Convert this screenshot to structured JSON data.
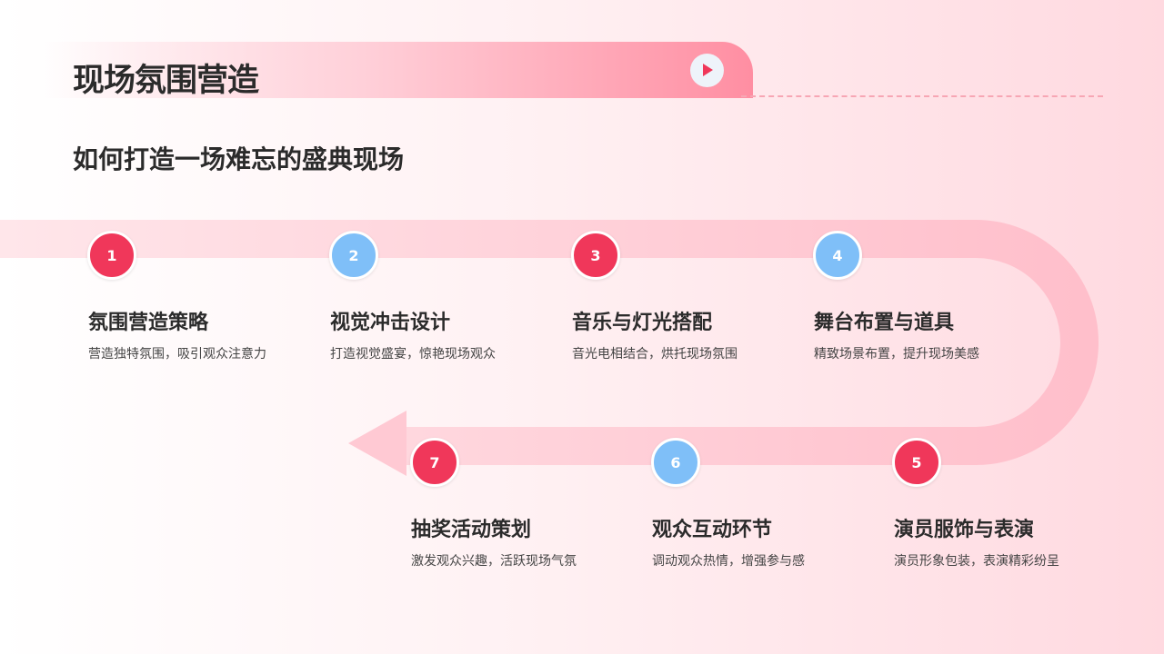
{
  "header": {
    "title": "现场氛围营造",
    "play_icon": "play-icon"
  },
  "subtitle": "如何打造一场难忘的盛典现场",
  "colors": {
    "red": "#f0375a",
    "blue": "#7fbff8",
    "band": "#ffc9d3"
  },
  "steps": [
    {
      "num": "1",
      "title": "氛围营造策略",
      "desc": "营造独特氛围，吸引观众注意力",
      "color": "red"
    },
    {
      "num": "2",
      "title": "视觉冲击设计",
      "desc": "打造视觉盛宴，惊艳现场观众",
      "color": "blue"
    },
    {
      "num": "3",
      "title": "音乐与灯光搭配",
      "desc": "音光电相结合，烘托现场氛围",
      "color": "red"
    },
    {
      "num": "4",
      "title": "舞台布置与道具",
      "desc": "精致场景布置，提升现场美感",
      "color": "blue"
    },
    {
      "num": "5",
      "title": "演员服饰与表演",
      "desc": "演员形象包装，表演精彩纷呈",
      "color": "red"
    },
    {
      "num": "6",
      "title": "观众互动环节",
      "desc": "调动观众热情，增强参与感",
      "color": "blue"
    },
    {
      "num": "7",
      "title": "抽奖活动策划",
      "desc": "激发观众兴趣，活跃现场气氛",
      "color": "red"
    }
  ]
}
